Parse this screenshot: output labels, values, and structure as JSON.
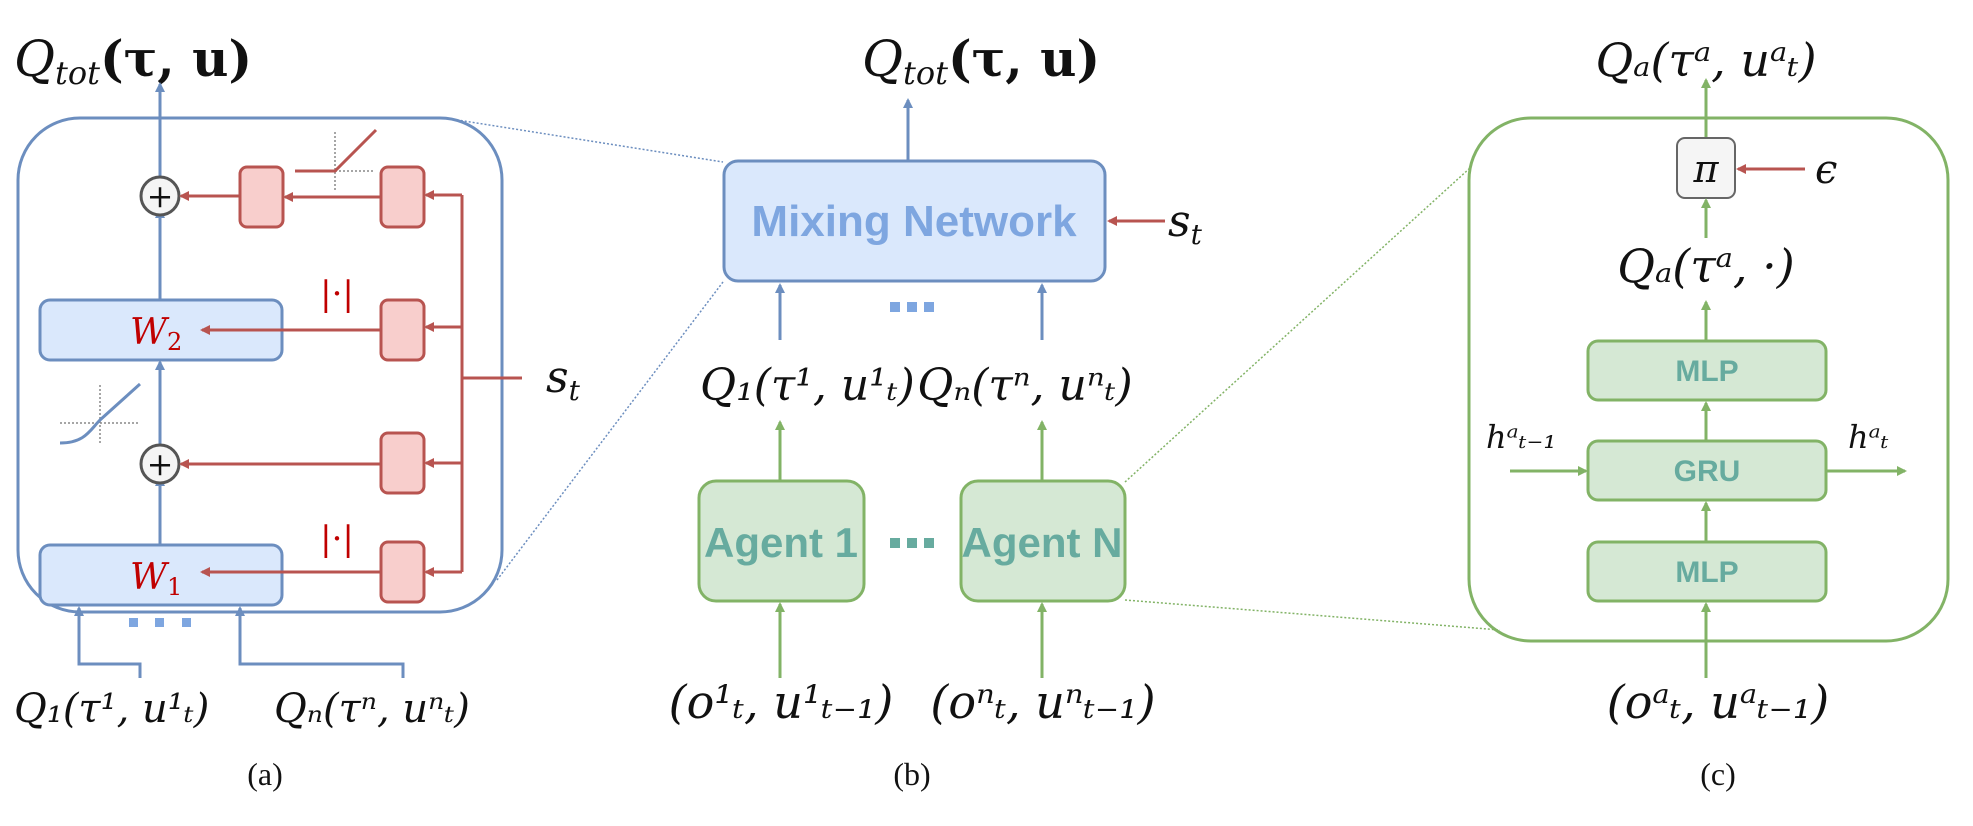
{
  "colors": {
    "blue_stroke": "#6C8EBF",
    "blue_fill": "#DAE8FC",
    "blue_text": "#7EA6E0",
    "green_stroke": "#82B366",
    "green_fill": "#D5E8D4",
    "green_text": "#67AB9F",
    "red_stroke": "#B85450",
    "red_fill": "#F8CECC",
    "red_text": "#C00000",
    "gray_fill": "#F5F5F5",
    "gray_stroke": "#666666"
  },
  "panel_a": {
    "output": "Q_tot(τ, u)",
    "output_main": "Q",
    "output_sub": "tot",
    "output_args": "(τ, u)",
    "w2": "W",
    "w2_sub": "2",
    "w1": "W",
    "w1_sub": "1",
    "abs_label": "|·|",
    "plus": "+",
    "state": "s",
    "state_sub": "t",
    "input_1": "Q₁(τ¹, u¹ₜ)",
    "input_n": "Qₙ(τⁿ, uⁿₜ)",
    "ellipsis": "...",
    "caption": "(a)"
  },
  "panel_b": {
    "output_main": "Q",
    "output_sub": "tot",
    "output_args": "(τ, u)",
    "mixing_label": "Mixing Network",
    "state": "s",
    "state_sub": "t",
    "q1": "Q₁(τ¹, u¹ₜ)",
    "qn": "Qₙ(τⁿ, uⁿₜ)",
    "agent_1": "Agent 1",
    "agent_n": "Agent N",
    "ellipsis": "...",
    "input_1": "(o¹ₜ, u¹ₜ₋₁)",
    "input_n": "(oⁿₜ, uⁿₜ₋₁)",
    "caption": "(b)"
  },
  "panel_c": {
    "output": "Qₐ(τᵃ, uᵃₜ)",
    "policy": "π",
    "epsilon": "ϵ",
    "q_all": "Qₐ(τᵃ, ·)",
    "mlp_top": "MLP",
    "gru": "GRU",
    "mlp_bottom": "MLP",
    "h_in": "hᵃₜ₋₁",
    "h_out": "hᵃₜ",
    "input": "(oᵃₜ, uᵃₜ₋₁)",
    "caption": "(c)"
  }
}
